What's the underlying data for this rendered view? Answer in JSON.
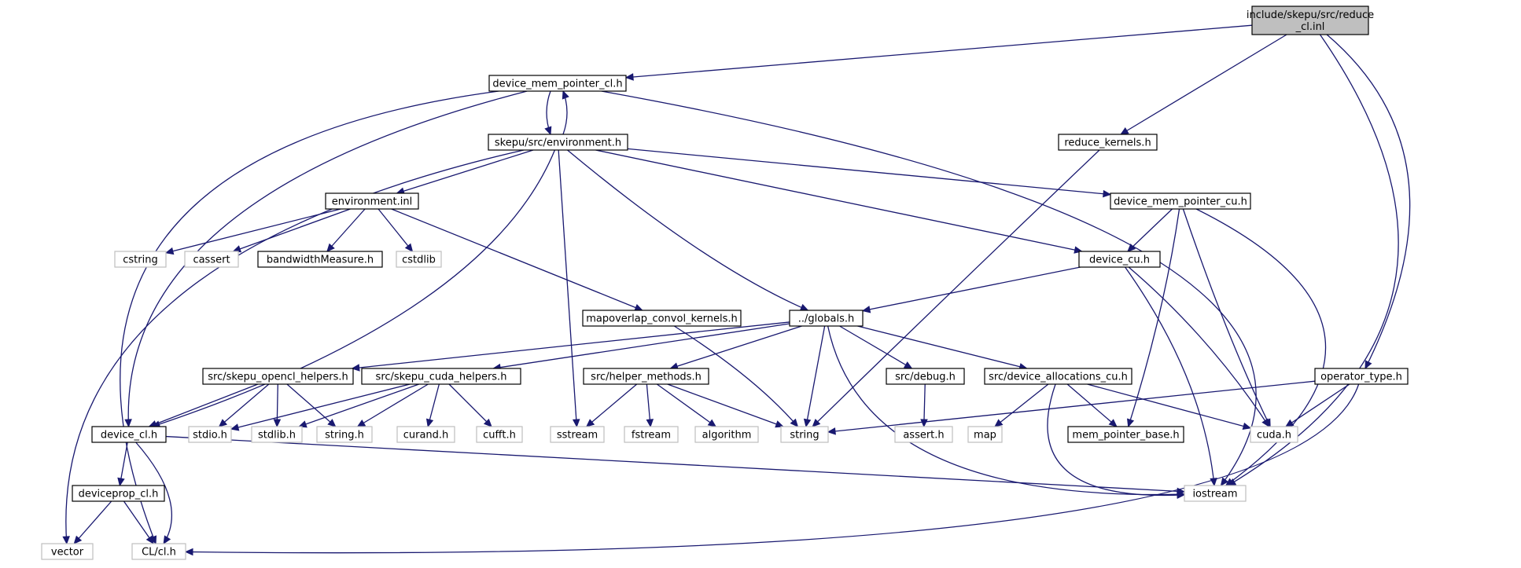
{
  "nodes": [
    {
      "id": "root",
      "kind": "root",
      "lines": [
        "include/skepu/src/reduce",
        "_cl.inl"
      ]
    },
    {
      "id": "dmp_cl",
      "kind": "local",
      "lines": [
        "device_mem_pointer_cl.h"
      ]
    },
    {
      "id": "env_h",
      "kind": "local",
      "lines": [
        "skepu/src/environment.h"
      ]
    },
    {
      "id": "reduce_kernels",
      "kind": "local",
      "lines": [
        "reduce_kernels.h"
      ]
    },
    {
      "id": "env_inl",
      "kind": "local",
      "lines": [
        "environment.inl"
      ]
    },
    {
      "id": "dmp_cu",
      "kind": "local",
      "lines": [
        "device_mem_pointer_cu.h"
      ]
    },
    {
      "id": "cstring",
      "kind": "system",
      "lines": [
        "cstring"
      ]
    },
    {
      "id": "cassert",
      "kind": "system",
      "lines": [
        "cassert"
      ]
    },
    {
      "id": "bandwidth",
      "kind": "local",
      "lines": [
        "bandwidthMeasure.h"
      ]
    },
    {
      "id": "cstdlib",
      "kind": "system",
      "lines": [
        "cstdlib"
      ]
    },
    {
      "id": "device_cu",
      "kind": "local",
      "lines": [
        "device_cu.h"
      ]
    },
    {
      "id": "mapoverlap",
      "kind": "local",
      "lines": [
        "mapoverlap_convol_kernels.h"
      ]
    },
    {
      "id": "globals",
      "kind": "local",
      "lines": [
        "../globals.h"
      ]
    },
    {
      "id": "opencl_helpers",
      "kind": "local",
      "lines": [
        "src/skepu_opencl_helpers.h"
      ]
    },
    {
      "id": "cuda_helpers",
      "kind": "local",
      "lines": [
        "src/skepu_cuda_helpers.h"
      ]
    },
    {
      "id": "helper_methods",
      "kind": "local",
      "lines": [
        "src/helper_methods.h"
      ]
    },
    {
      "id": "debug",
      "kind": "local",
      "lines": [
        "src/debug.h"
      ]
    },
    {
      "id": "dev_alloc",
      "kind": "local",
      "lines": [
        "src/device_allocations_cu.h"
      ]
    },
    {
      "id": "operator_type",
      "kind": "local",
      "lines": [
        "operator_type.h"
      ]
    },
    {
      "id": "device_cl",
      "kind": "local",
      "lines": [
        "device_cl.h"
      ]
    },
    {
      "id": "stdio",
      "kind": "system",
      "lines": [
        "stdio.h"
      ]
    },
    {
      "id": "stdlib",
      "kind": "system",
      "lines": [
        "stdlib.h"
      ]
    },
    {
      "id": "string_h",
      "kind": "system",
      "lines": [
        "string.h"
      ]
    },
    {
      "id": "curand",
      "kind": "system",
      "lines": [
        "curand.h"
      ]
    },
    {
      "id": "cufft",
      "kind": "system",
      "lines": [
        "cufft.h"
      ]
    },
    {
      "id": "sstream",
      "kind": "system",
      "lines": [
        "sstream"
      ]
    },
    {
      "id": "fstream",
      "kind": "system",
      "lines": [
        "fstream"
      ]
    },
    {
      "id": "algorithm",
      "kind": "system",
      "lines": [
        "algorithm"
      ]
    },
    {
      "id": "string",
      "kind": "system",
      "lines": [
        "string"
      ]
    },
    {
      "id": "assert_h",
      "kind": "system",
      "lines": [
        "assert.h"
      ]
    },
    {
      "id": "map",
      "kind": "system",
      "lines": [
        "map"
      ]
    },
    {
      "id": "mem_pointer_base",
      "kind": "local",
      "lines": [
        "mem_pointer_base.h"
      ]
    },
    {
      "id": "cuda_h",
      "kind": "system",
      "lines": [
        "cuda.h"
      ]
    },
    {
      "id": "deviceprop",
      "kind": "local",
      "lines": [
        "deviceprop_cl.h"
      ]
    },
    {
      "id": "iostream",
      "kind": "system",
      "lines": [
        "iostream"
      ]
    },
    {
      "id": "vector",
      "kind": "system",
      "lines": [
        "vector"
      ]
    },
    {
      "id": "cl_h",
      "kind": "system",
      "lines": [
        "CL/cl.h"
      ]
    }
  ],
  "edges": [
    [
      "root",
      "dmp_cl"
    ],
    [
      "root",
      "reduce_kernels"
    ],
    [
      "root",
      "operator_type"
    ],
    [
      "root",
      "iostream"
    ],
    [
      "dmp_cl",
      "env_h"
    ],
    [
      "env_h",
      "dmp_cl"
    ],
    [
      "dmp_cl",
      "device_cl"
    ],
    [
      "dmp_cl",
      "cl_h"
    ],
    [
      "dmp_cl",
      "iostream"
    ],
    [
      "env_h",
      "env_inl"
    ],
    [
      "env_h",
      "dmp_cu"
    ],
    [
      "env_h",
      "device_cu"
    ],
    [
      "env_h",
      "globals"
    ],
    [
      "env_h",
      "device_cl"
    ],
    [
      "env_h",
      "vector"
    ],
    [
      "env_h",
      "sstream"
    ],
    [
      "reduce_kernels",
      "string"
    ],
    [
      "env_inl",
      "cstring"
    ],
    [
      "env_inl",
      "cassert"
    ],
    [
      "env_inl",
      "bandwidth"
    ],
    [
      "env_inl",
      "cstdlib"
    ],
    [
      "env_inl",
      "mapoverlap"
    ],
    [
      "dmp_cu",
      "device_cu"
    ],
    [
      "dmp_cu",
      "mem_pointer_base"
    ],
    [
      "dmp_cu",
      "cuda_h"
    ],
    [
      "dmp_cu",
      "iostream"
    ],
    [
      "device_cu",
      "globals"
    ],
    [
      "device_cu",
      "cuda_h"
    ],
    [
      "device_cu",
      "iostream"
    ],
    [
      "mapoverlap",
      "string"
    ],
    [
      "globals",
      "opencl_helpers"
    ],
    [
      "globals",
      "cuda_helpers"
    ],
    [
      "globals",
      "helper_methods"
    ],
    [
      "globals",
      "debug"
    ],
    [
      "globals",
      "dev_alloc"
    ],
    [
      "globals",
      "string"
    ],
    [
      "globals",
      "iostream"
    ],
    [
      "opencl_helpers",
      "device_cl"
    ],
    [
      "opencl_helpers",
      "stdio"
    ],
    [
      "opencl_helpers",
      "stdlib"
    ],
    [
      "opencl_helpers",
      "string_h"
    ],
    [
      "cuda_helpers",
      "stdio"
    ],
    [
      "cuda_helpers",
      "stdlib"
    ],
    [
      "cuda_helpers",
      "string_h"
    ],
    [
      "cuda_helpers",
      "curand"
    ],
    [
      "cuda_helpers",
      "cufft"
    ],
    [
      "helper_methods",
      "sstream"
    ],
    [
      "helper_methods",
      "fstream"
    ],
    [
      "helper_methods",
      "algorithm"
    ],
    [
      "helper_methods",
      "string"
    ],
    [
      "debug",
      "assert_h"
    ],
    [
      "dev_alloc",
      "map"
    ],
    [
      "dev_alloc",
      "mem_pointer_base"
    ],
    [
      "dev_alloc",
      "cuda_h"
    ],
    [
      "dev_alloc",
      "iostream"
    ],
    [
      "operator_type",
      "string"
    ],
    [
      "operator_type",
      "cuda_h"
    ],
    [
      "operator_type",
      "cl_h"
    ],
    [
      "device_cl",
      "deviceprop"
    ],
    [
      "device_cl",
      "cl_h"
    ],
    [
      "device_cl",
      "iostream"
    ],
    [
      "deviceprop",
      "vector"
    ],
    [
      "deviceprop",
      "cl_h"
    ]
  ],
  "colors": {
    "edge": "#191970",
    "local_border": "#000000",
    "system_border": "#bfbfbf",
    "root_fill": "#bfbfbf"
  }
}
